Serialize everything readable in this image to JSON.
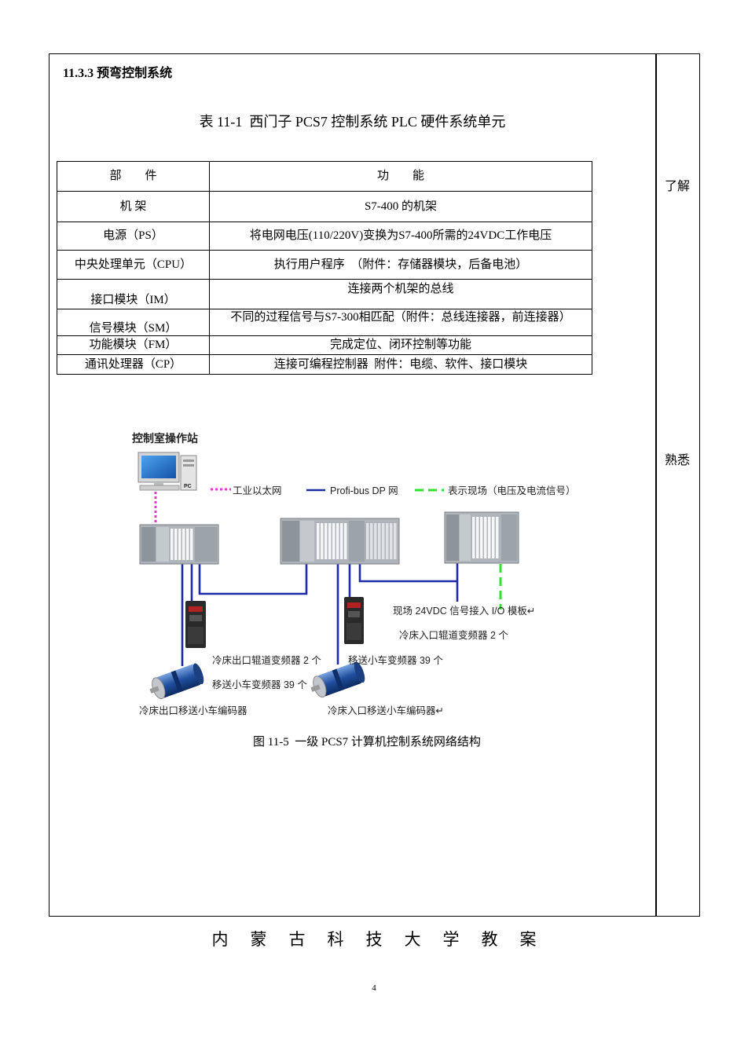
{
  "section": {
    "heading": "11.3.3 预弯控制系统"
  },
  "table": {
    "caption": "表 11-1  西门子 PCS7 控制系统 PLC 硬件系统单元",
    "headers": [
      "部　　件",
      "功　　能"
    ],
    "rows": [
      {
        "component": "机 架",
        "function": "S7-400 的机架"
      },
      {
        "component": "电源（PS）",
        "function": "将电网电压(110/220V)变换为S7-400所需的24VDC工作电压"
      },
      {
        "component": "中央处理单元（CPU）",
        "function": "执行用户程序  （附件：存储器模块，后备电池）"
      },
      {
        "component": "接口模块（IM）",
        "function": "连接两个机架的总线"
      },
      {
        "component": "信号模块（SM）",
        "function": "不同的过程信号与S7-300相匹配（附件：总线连接器，前连接器）"
      },
      {
        "component": "功能模块（FM）",
        "function": "完成定位、闭环控制等功能"
      },
      {
        "component": "通讯处理器（CP）",
        "function": "连接可编程控制器  附件：电缆、软件、接口模块"
      }
    ]
  },
  "side_notes": [
    "了解",
    "熟悉"
  ],
  "figure": {
    "station_title": "控制室操作站",
    "pc_label": "PC",
    "legend": {
      "ethernet": "工业以太网",
      "profibus": "Profi-bus DP 网",
      "field": "表示现场（电压及电流信号）"
    },
    "labels": {
      "field_io": "现场 24VDC 信号接入 I/O 模板↵",
      "inlet_roller_inverter": "冷床入口辊道变频器 2 个",
      "outlet_roller_inverter": "冷床出口辊道变频器 2 个",
      "transfer_inverter_right": "移送小车变频器 39 个",
      "transfer_inverter_left": "移送小车变频器 39 个",
      "outlet_encoder": "冷床出口移送小车编码器",
      "inlet_encoder": "冷床入口移送小车编码器↵"
    },
    "colors": {
      "ethernet": "#e03cc8",
      "profibus": "#1f2aa8",
      "field": "#2fe02f"
    },
    "caption": "图 11-5  一级 PCS7 计算机控制系统网络结构"
  },
  "footer": {
    "institution": "内蒙古科技大学教案",
    "page_number": "4"
  }
}
